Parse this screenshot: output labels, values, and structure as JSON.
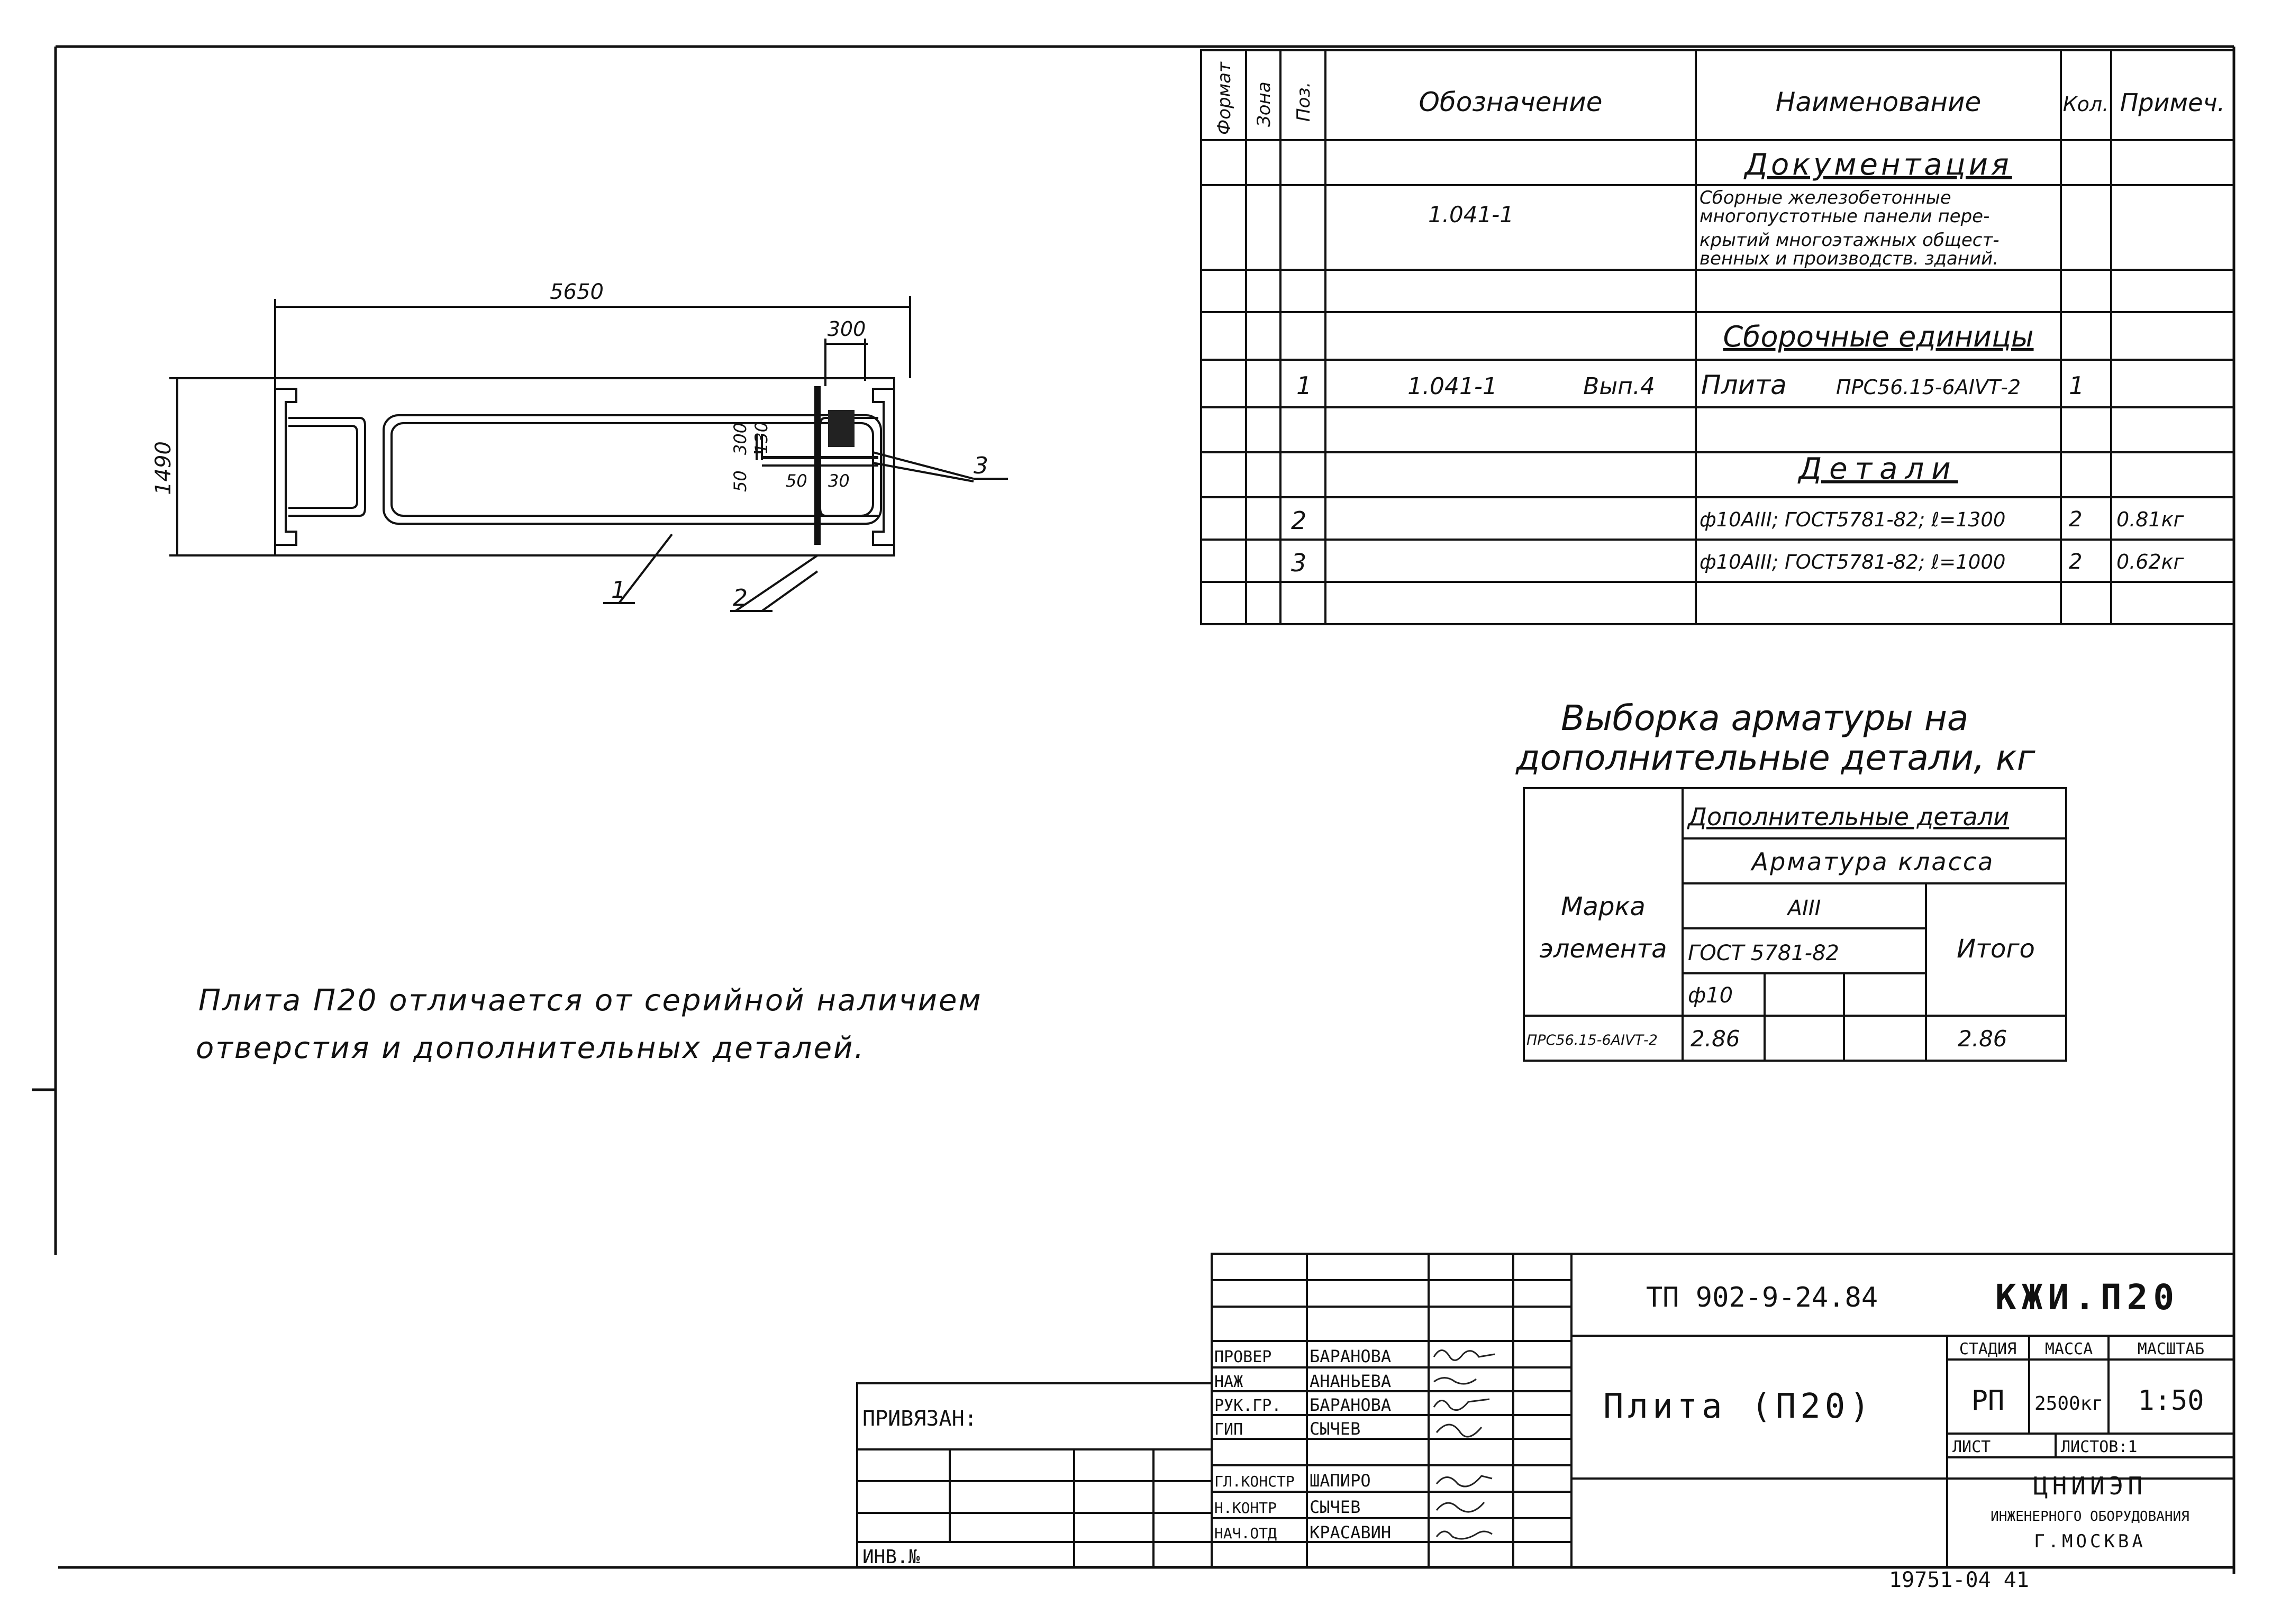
{
  "spec_table": {
    "headers": {
      "format": "Формат",
      "zone": "Зона",
      "pos": "Поз.",
      "designation": "Обозначение",
      "name": "Наименование",
      "qty": "Кол.",
      "note": "Примеч."
    },
    "section_documentation": "Документация",
    "doc_designation": "1.041-1",
    "doc_name_lines": [
      "Сборные железобетонные",
      "многопустотные панели пере-",
      "крытий многоэтажных общест-",
      "венных и производств. зданий."
    ],
    "section_assembly": "Сборочные единицы",
    "assembly_row": {
      "pos": "1",
      "designation": "1.041-1",
      "issue": "Вып.4",
      "name": "Плита",
      "mark": "ПРС56.15-6АIVТ-2",
      "qty": "1"
    },
    "section_details": "Детали",
    "detail_rows": [
      {
        "pos": "2",
        "name": "ф10АIII; ГОСТ5781-82; ℓ=1300",
        "qty": "2",
        "note": "0.81кг"
      },
      {
        "pos": "3",
        "name": "ф10АIII; ГОСТ5781-82; ℓ=1000",
        "qty": "2",
        "note": "0.62кг"
      }
    ]
  },
  "drawing": {
    "dim_length": "5650",
    "dim_width": "1490",
    "dim_300_top": "300",
    "dim_300_side": "300",
    "dim_130": "130",
    "dim_50_vert": "50",
    "dim_50_horiz": "50",
    "dim_30": "30",
    "callout_1": "1",
    "callout_2": "2",
    "callout_3": "3"
  },
  "rebar_table": {
    "title_line1": "Выборка арматуры на",
    "title_line2": "дополнительные детали, кг",
    "mark_header_line1": "Марка",
    "mark_header_line2": "элемента",
    "additional_details": "Дополнительные детали",
    "reinforcement_class": "Арматура класса",
    "class_value": "АIII",
    "gost": "ГОСТ 5781-82",
    "total_header": "Итого",
    "diameter": "ф10",
    "row": {
      "mark": "ПРС56.15-6АIVТ-2",
      "value": "2.86",
      "total": "2.86"
    }
  },
  "note_lines": [
    "Плита П20 отличается от серийной наличием",
    "отверстия и дополнительных деталей."
  ],
  "title_block": {
    "project_code": "ТП 902-9-24.84",
    "sheet_code": "КЖИ.П20",
    "object_name": "Плита   (П20)",
    "stage_label": "СТАДИЯ",
    "mass_label": "МАССА",
    "scale_label": "МАСШТАБ",
    "stage": "РП",
    "mass": "2500кг",
    "scale": "1:50",
    "sheet_label": "ЛИСТ",
    "sheets_label": "ЛИСТОВ:1",
    "org_line1": "ЦНИИЭП",
    "org_line2": "ИНЖЕНЕРНОГО ОБОРУДОВАНИЯ",
    "org_line3": "Г.МОСКВА",
    "privyazan": "ПРИВЯЗАН:",
    "inv_no": "ИНВ.№",
    "signers": [
      {
        "role": "ПРОВЕР",
        "name": "БАРАНОВА"
      },
      {
        "role": "НАЖ",
        "name": "АНАНЬЕВА"
      },
      {
        "role": "РУК.ГР.",
        "name": "БАРАНОВА"
      },
      {
        "role": "ГИП",
        "name": "СЫЧЕВ"
      },
      {
        "role": "ГЛ.КОНСТР",
        "name": "ШАПИРО"
      },
      {
        "role": "Н.КОНТР",
        "name": "СЫЧЕВ"
      },
      {
        "role": "НАЧ.ОТД",
        "name": "КРАСАВИН"
      }
    ],
    "archive_number": "19751-04  41"
  }
}
